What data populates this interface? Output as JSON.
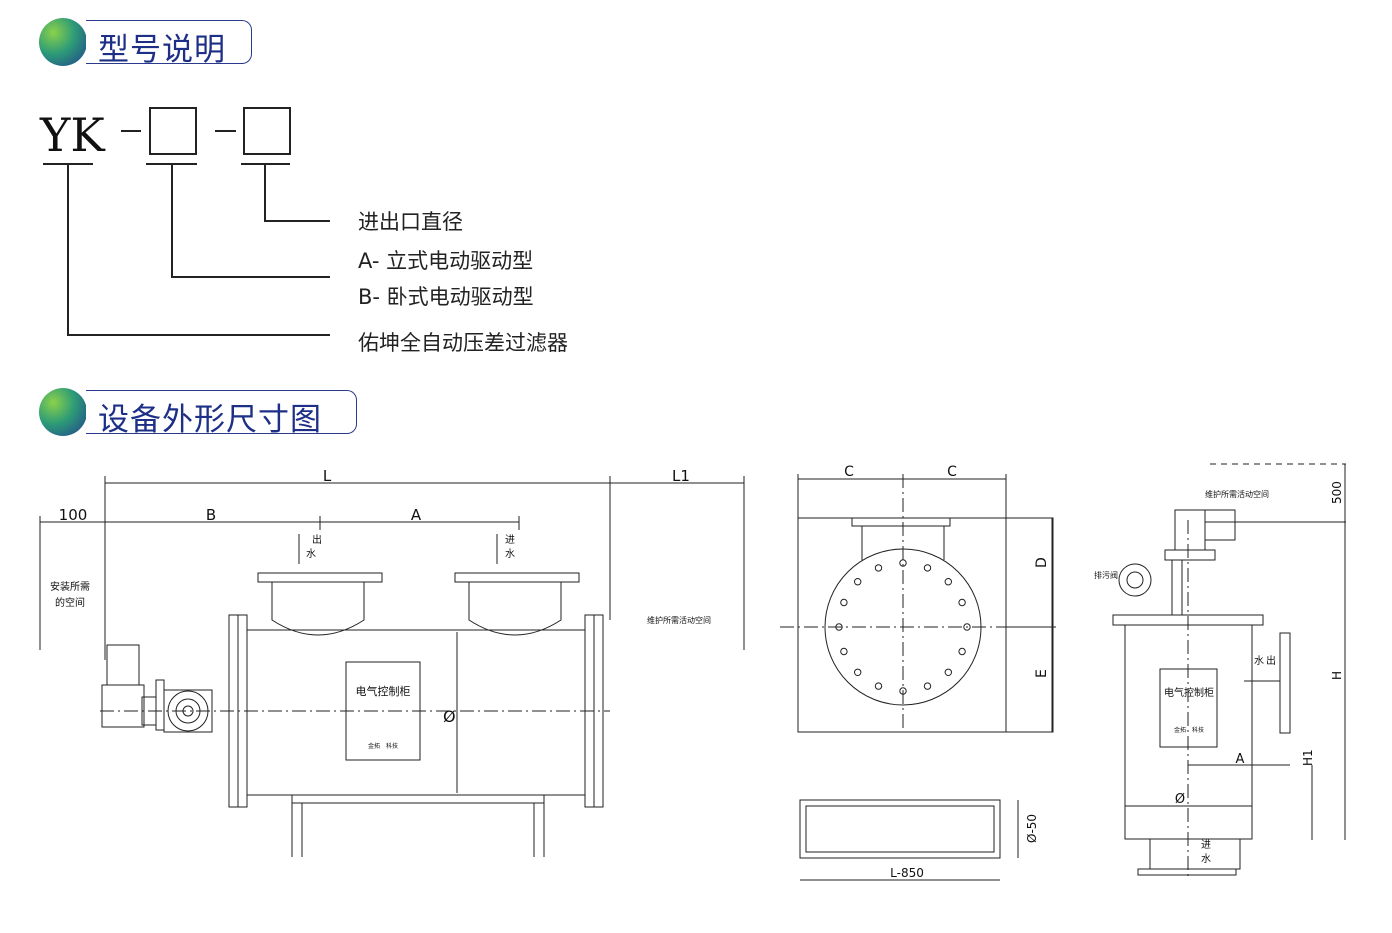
{
  "section1": {
    "title": "型号说明"
  },
  "section2": {
    "title": "设备外形尺寸图"
  },
  "model": {
    "prefix": "YK",
    "legend": [
      "进出口直径",
      "A- 立式电动驱动型",
      "B- 卧式电动驱动型",
      "佑坤全自动压差过滤器"
    ]
  },
  "drawing_front": {
    "dim_L": "L",
    "dim_L1": "L1",
    "dim_100": "100",
    "dim_B": "B",
    "dim_A": "A",
    "install_space_1": "安装所需",
    "install_space_2": "的空间",
    "outlet_1": "出",
    "outlet_2": "水",
    "inlet_1": "进",
    "inlet_2": "水",
    "diameter": "Ø",
    "cabinet_title": "电气控制柜",
    "cabinet_sub": "金拓　科技",
    "maintenance": "维护所需活动空间"
  },
  "drawing_side": {
    "dim_C1": "C",
    "dim_C2": "C",
    "dim_D": "D",
    "dim_E": "E"
  },
  "drawing_base": {
    "dim_width": "Ø-50",
    "dim_length": "L-850"
  },
  "drawing_vertical": {
    "maintenance": "维护所需活动空间",
    "drain": "排污阀",
    "outlet_1": "出",
    "outlet_2": "水",
    "inlet_1": "进",
    "inlet_2": "水",
    "cabinet_title": "电气控制柜",
    "cabinet_sub": "金拓　科技",
    "dim_500": "500",
    "dim_H": "H",
    "dim_H1": "H1",
    "dim_A": "A",
    "diameter": "Ø"
  }
}
